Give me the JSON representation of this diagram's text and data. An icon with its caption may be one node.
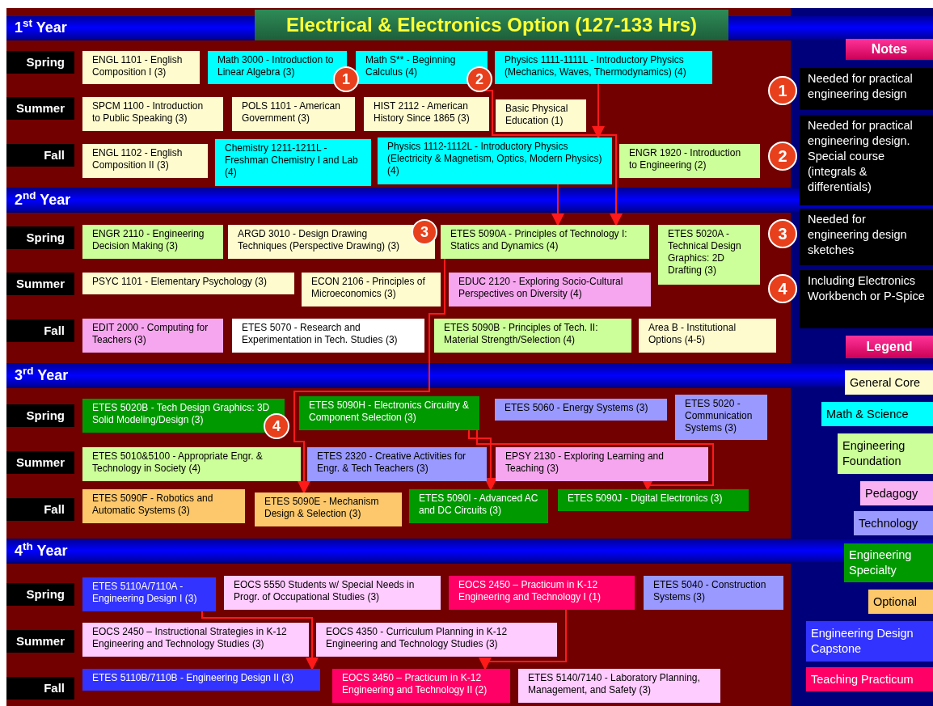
{
  "diagram": {
    "nodes": [
      {
        "text": [
          "Electrical & Electronics Option (127-133 Hrs)"
        ]
      },
      {
        "text": [
          "1$^{st}$ Year"
        ]
      },
      {
        "text": [
          "Spring"
        ]
      },
      {
        "text": [
          "ENGL 1101 - English Composition I (3)"
        ]
      },
      {
        "text": [
          "Math 3000 - Introduction to Linear Algebra (3)"
        ]
      },
      {
        "text": [
          "Math S** - Beginning Calculus (4)"
        ]
      },
      {
        "text": [
          "Physics 1111-1111L - Introductory Physics (Mechanics, Waves, Thermodynamics) (4)"
        ]
      },
      {
        "text": [
          "Summer"
        ]
      },
      {
        "text": [
          "SPCM 1100 - Introduction to Public Speaking (3)"
        ]
      },
      {
        "text": [
          "POLS 1101 - American Government (3)"
        ]
      },
      {
        "text": [
          "HIST 2112 - American History Since 1865 (3)"
        ]
      },
      {
        "text": [
          "Basic Physical Education (1)"
        ]
      },
      {
        "text": [
          "Fall"
        ]
      },
      {
        "text": [
          "ENGL 1102 - English Composition II (3)"
        ]
      },
      {
        "text": [
          "Chemistry 1211-1211L - Freshman Chemistry I and Lab (4)"
        ]
      },
      {
        "text": [
          "Physics 1112-1112L - Introductory Physics (Electricity & Magnetism, Optics, Modern Physics) (4)"
        ]
      },
      {
        "text": [
          "ENGR 1920 - Introduction to Engineering (2)"
        ]
      },
      {
        "text": [
          "1"
        ]
      },
      {
        "text": [
          "2"
        ]
      },
      {
        "text": [
          "2$^{nd}$ Year"
        ]
      },
      {
        "text": [
          "Spring"
        ]
      },
      {
        "text": [
          "ENGR 2110 - Engineering Decision Making (3)"
        ]
      },
      {
        "text": [
          "ARGD 3010 - Design Drawing Techniques (Perspective Drawing) (3)"
        ]
      },
      {
        "text": [
          "ETES 5090A - Principles of Technology I: Statics and Dynamics (4)"
        ]
      },
      {
        "text": [
          "ETES 5020A - Technical Design Graphics: 2D Drafting (3)"
        ]
      },
      {
        "text": [
          "Summer"
        ]
      },
      {
        "text": [
          "PSYC 1101 - Elementary Psychology  (3)"
        ]
      },
      {
        "text": [
          "ECON 2106 - Principles of Microeconomics (3)"
        ]
      },
      {
        "text": [
          "EDUC 2120 - Exploring Socio-Cultural Perspectives on Diversity (4)"
        ]
      },
      {
        "text": [
          "Fall"
        ]
      },
      {
        "text": [
          "EDIT 2000 - Computing for Teachers (3)"
        ]
      },
      {
        "text": [
          "ETES 5070 - Research and Experimentation in Tech. Studies (3)"
        ]
      },
      {
        "text": [
          "ETES 5090B - Principles of Tech. II: Material Strength/Selection (4)"
        ]
      },
      {
        "text": [
          "Area B - Institutional Options (4-5)"
        ]
      },
      {
        "text": [
          "3"
        ]
      },
      {
        "text": [
          "3$^{rd}$ Year"
        ]
      },
      {
        "text": [
          "Spring"
        ]
      },
      {
        "text": [
          "ETES 5020B - Tech Design Graphics: 3D Solid Modeling/Design (3)"
        ]
      },
      {
        "text": [
          "ETES 5090H - Electronics Circuitry & Component Selection (3)"
        ]
      },
      {
        "text": [
          "ETES 5060 - Energy Systems (3)"
        ]
      },
      {
        "text": [
          "ETES 5020 - Communication Systems (3)"
        ]
      },
      {
        "text": [
          "Summer"
        ]
      },
      {
        "text": [
          "ETES 5010&5100 - Appropriate Engr. & Technology in Society (4)"
        ]
      },
      {
        "text": [
          "ETES 2320 - Creative Activities for Engr. & Tech Teachers (3)"
        ]
      },
      {
        "text": [
          "EPSY 2130 - Exploring Learning and Teaching (3)"
        ]
      },
      {
        "text": [
          "Fall"
        ]
      },
      {
        "text": [
          "ETES 5090F - Robotics and Automatic Systems (3)"
        ]
      },
      {
        "text": [
          "ETES 5090E - Mechanism Design & Selection (3)"
        ]
      },
      {
        "text": [
          "ETES 5090I - Advanced AC and DC Circuits (3)"
        ]
      },
      {
        "text": [
          "ETES 5090J - Digital Electronics (3)"
        ]
      },
      {
        "text": [
          "4"
        ]
      },
      {
        "text": [
          "4$^{th}$ Year"
        ]
      },
      {
        "text": [
          "Spring"
        ]
      },
      {
        "text": [
          "ETES 5110A/7110A - Engineering Design I (3)"
        ]
      },
      {
        "text": [
          "EOCS 5550 Students w/ Special Needs in Progr. of Occupational Studies (3)"
        ]
      },
      {
        "text": [
          "EOCS 2450 – Practicum in K-12 Engineering and Technology I (1)"
        ]
      },
      {
        "text": [
          "ETES 5040 - Construction Systems (3)"
        ]
      },
      {
        "text": [
          "Summer"
        ]
      },
      {
        "text": [
          "EOCS 2450 – Instructional Strategies in K-12 Engineering and Technology Studies (3)"
        ]
      },
      {
        "text": [
          "EOCS 4350 - Curriculum Planning in K-12 Engineering and Technology Studies (3)"
        ]
      },
      {
        "text": [
          "Fall"
        ]
      },
      {
        "text": [
          "ETES 5110B/7110B - Engineering Design II (3)"
        ]
      },
      {
        "text": [
          "EOCS 3450 – Practicum in K-12 Engineering and Technology II (2)"
        ]
      },
      {
        "text": [
          "ETES 5140/7140 - Laboratory Planning, Management, and Safety (3)"
        ]
      },
      {
        "text": [
          "Notes"
        ]
      },
      {
        "text": [
          "1"
        ]
      },
      {
        "text": [
          "Needed for practical engineering design"
        ]
      },
      {
        "text": [
          "2"
        ]
      },
      {
        "text": [
          "Needed for practical engineering design. Special course (integrals & differentials)"
        ]
      },
      {
        "text": [
          "3"
        ]
      },
      {
        "text": [
          "Needed for engineering design sketches"
        ]
      },
      {
        "text": [
          "4"
        ]
      },
      {
        "text": [
          "Including Electronics Workbench or P-Spice"
        ]
      },
      {
        "text": [
          "Legend"
        ]
      }
    ],
    "edges": [
      {
        "from": 5,
        "to": 23,
        "arrow": "to"
      },
      {
        "from": 6,
        "to": 15,
        "arrow": "to"
      },
      {
        "from": 15,
        "to": 23,
        "arrow": "to"
      },
      {
        "from": 23,
        "to": 47,
        "arrow": "to"
      },
      {
        "from": 38,
        "to": 48,
        "arrow": "to"
      },
      {
        "from": 38,
        "to": 49,
        "arrow": "to"
      },
      {
        "from": 53,
        "to": 61,
        "arrow": "to"
      },
      {
        "from": 55,
        "to": 62,
        "arrow": "to"
      }
    ],
    "legend": [
      {
        "text": "General Core",
        "color": "#fefccf"
      },
      {
        "text": "Math & Science",
        "color": "#00ffff"
      },
      {
        "text": "Engineering Foundation",
        "color": "#ccff99"
      },
      {
        "text": "Pedagogy",
        "color": "#f9b2f2"
      },
      {
        "text": "Technology",
        "color": "#9999ff"
      },
      {
        "text": "Engineering Specialty",
        "color": "#009900"
      },
      {
        "text": "Optional",
        "color": "#fcc86b"
      },
      {
        "text": "Engineering Design Capstone",
        "color": "#3333ff"
      },
      {
        "text": "Teaching Practicum",
        "color": "#ff0066"
      }
    ]
  }
}
